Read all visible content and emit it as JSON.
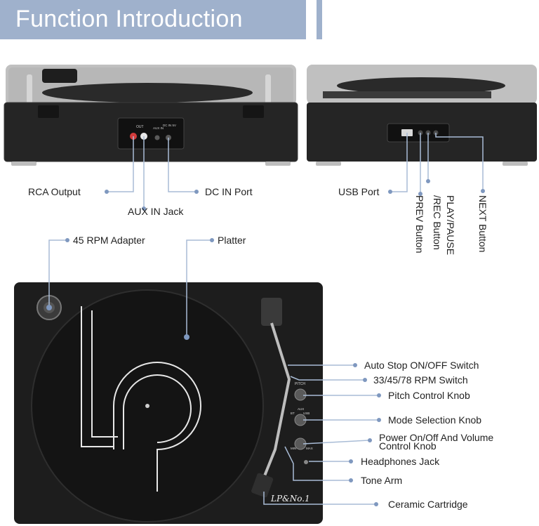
{
  "header": {
    "title": "Function Introduction"
  },
  "back_panel": {
    "rca_output": "RCA Output",
    "aux_in_jack": "AUX IN Jack",
    "dc_in_port": "DC IN Port",
    "jack_out": "OUT",
    "jack_aux": "AUX IN",
    "jack_dc": "DC IN 5V"
  },
  "side_panel": {
    "usb_port": "USB Port",
    "prev_button": "PREV Button",
    "play_pause_line1": "PLAY/PAUSE",
    "play_pause_line2": "/REC Button",
    "next_button": "NEXT Button"
  },
  "top_view": {
    "rpm_adapter": "45 RPM Adapter",
    "platter": "Platter",
    "auto_stop": "Auto Stop ON/OFF Switch",
    "rpm_switch": "33/45/78 RPM Switch",
    "pitch_knob": "Pitch Control Knob",
    "mode_knob": "Mode Selection Knob",
    "power_volume_line1": "Power On/Off And Volume",
    "power_volume_line2": "Control Knob",
    "headphones": "Headphones Jack",
    "tone_arm": "Tone Arm",
    "cartridge": "Ceramic Cartridge",
    "brand": "LP&No.1",
    "panel_pitch": "PITCH",
    "panel_aux": "AUX",
    "panel_usb": "USB",
    "panel_bt": "BT",
    "panel_min": "MIN",
    "panel_max": "MAX"
  },
  "colors": {
    "banner": "#9fb1cc",
    "callout_line": "#a9bcd6",
    "callout_dot": "#7f98bf",
    "device_dark": "#1d1d1d"
  }
}
